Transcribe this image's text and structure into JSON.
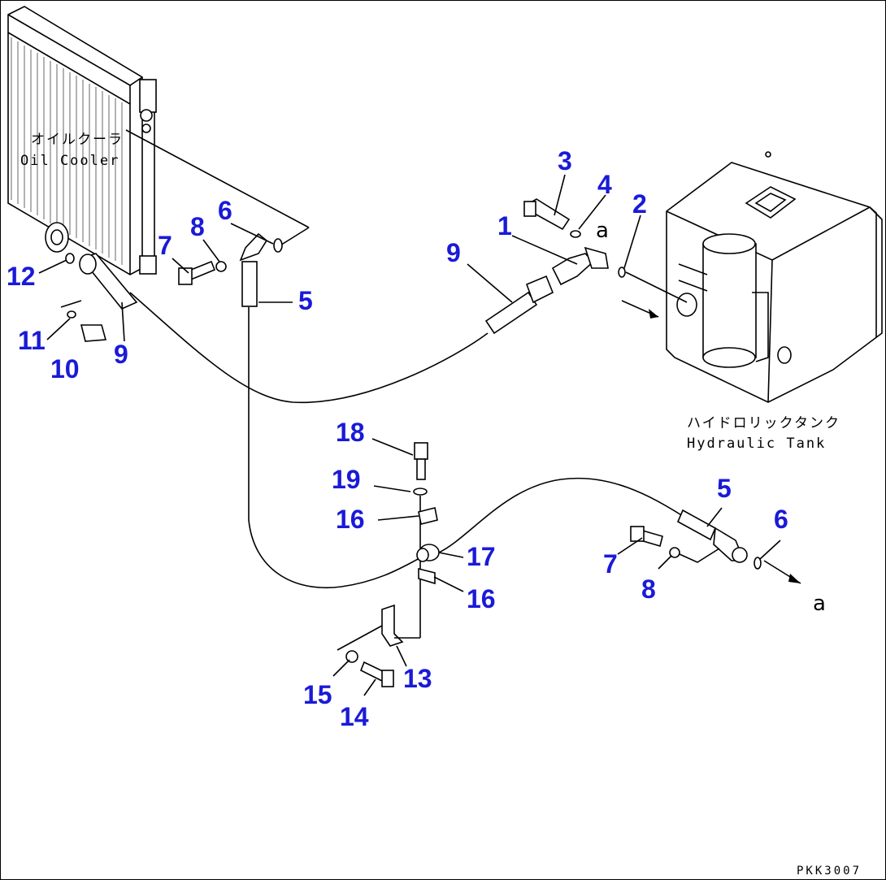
{
  "labels": {
    "oil_cooler_jp": "オイルクーラ",
    "oil_cooler_en": "Oil Cooler",
    "hydraulic_tank_jp": "ハイドロリックタンク",
    "hydraulic_tank_en": "Hydraulic Tank",
    "ref_a": "a",
    "drawing_code": "PKK3007"
  },
  "part_numbers": [
    {
      "id": "p1",
      "text": "1"
    },
    {
      "id": "p2",
      "text": "2"
    },
    {
      "id": "p3",
      "text": "3"
    },
    {
      "id": "p4",
      "text": "4"
    },
    {
      "id": "p5a",
      "text": "5"
    },
    {
      "id": "p5b",
      "text": "5"
    },
    {
      "id": "p6a",
      "text": "6"
    },
    {
      "id": "p6b",
      "text": "6"
    },
    {
      "id": "p7a",
      "text": "7"
    },
    {
      "id": "p7b",
      "text": "7"
    },
    {
      "id": "p8a",
      "text": "8"
    },
    {
      "id": "p8b",
      "text": "8"
    },
    {
      "id": "p9a",
      "text": "9"
    },
    {
      "id": "p9b",
      "text": "9"
    },
    {
      "id": "p10",
      "text": "10"
    },
    {
      "id": "p11",
      "text": "11"
    },
    {
      "id": "p12",
      "text": "12"
    },
    {
      "id": "p13",
      "text": "13"
    },
    {
      "id": "p14",
      "text": "14"
    },
    {
      "id": "p15",
      "text": "15"
    },
    {
      "id": "p16a",
      "text": "16"
    },
    {
      "id": "p16b",
      "text": "16"
    },
    {
      "id": "p17",
      "text": "17"
    },
    {
      "id": "p18",
      "text": "18"
    },
    {
      "id": "p19",
      "text": "19"
    }
  ]
}
